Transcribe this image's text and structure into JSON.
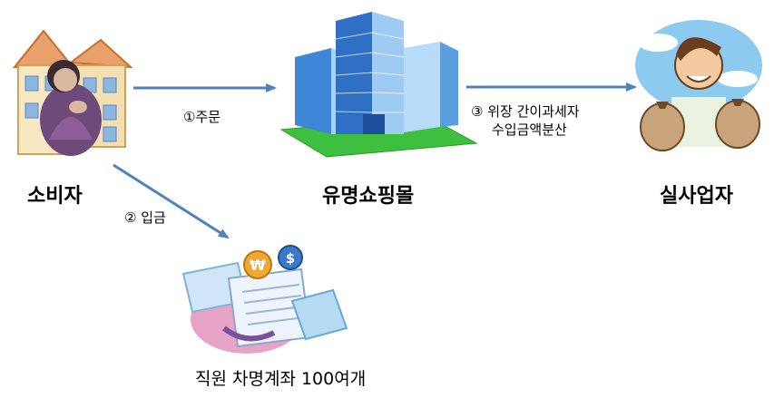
{
  "nodes": {
    "consumer": {
      "label": "소비자"
    },
    "mall": {
      "label": "유명쇼핑몰"
    },
    "owner": {
      "label": "실사업자"
    },
    "accounts": {
      "label": "직원 차명계좌 100여개"
    }
  },
  "edges": {
    "order": {
      "label": "①주문"
    },
    "deposit": {
      "label": "② 입금"
    },
    "split": {
      "line1": "③ 위장 간이과세자",
      "line2": "수입금액분산"
    }
  },
  "colors": {
    "arrow": "#4f81bd",
    "text": "#000000"
  }
}
